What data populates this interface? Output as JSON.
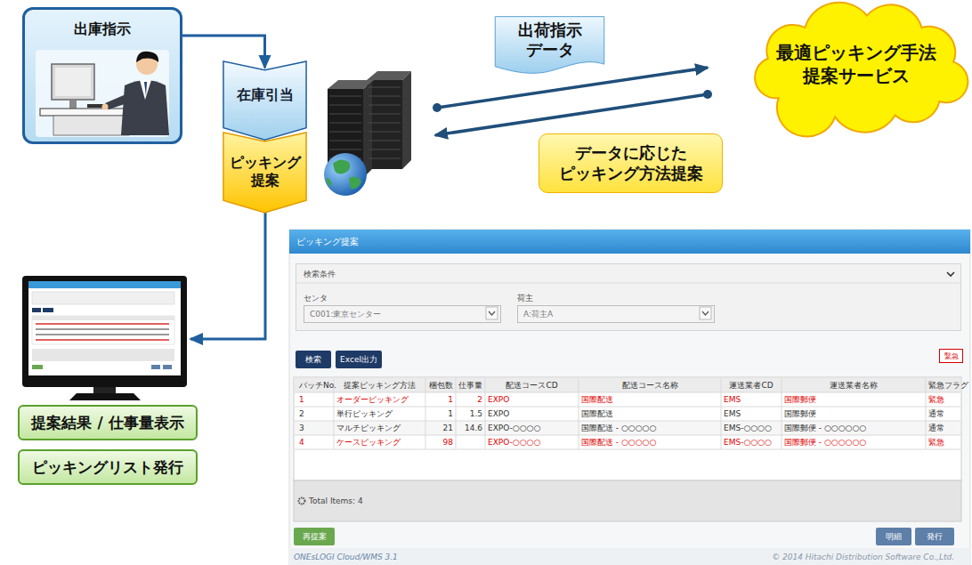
{
  "diagram": {
    "nodes": [
      {
        "text": [
          "出庫指示"
        ]
      },
      {
        "text": [
          "在庫引当"
        ]
      },
      {
        "text": [
          "ピッキング 提案"
        ]
      },
      {
        "text": [
          "出荷指示 データ"
        ]
      },
      {
        "text": [
          "データに応じた ピッキング方法提案"
        ]
      },
      {
        "text": [
          "最適ピッキング手法 提案サービス"
        ]
      },
      {
        "text": [
          "提案結果 / 仕事量表示"
        ]
      },
      {
        "text": [
          "ピッキングリスト発行"
        ]
      },
      {
        "text": [
          "ピッキング提案"
        ]
      },
      {
        "text": [
          "検索条件"
        ],
        "in": 8
      },
      {
        "text": [
          "C001:東京センター"
        ],
        "in": 9
      },
      {
        "text": [
          "A:荷主A"
        ],
        "in": 9
      },
      {
        "text": [
          "検索"
        ],
        "in": 8
      },
      {
        "text": [
          "Excel出力"
        ],
        "in": 8
      },
      {
        "text": [
          "緊急"
        ],
        "in": 8
      },
      {
        "text": [
          "再提案"
        ],
        "in": 8
      },
      {
        "text": [
          "明細"
        ],
        "in": 8
      },
      {
        "text": [
          "発行"
        ],
        "in": 8
      }
    ],
    "edges": [
      {
        "from": 0,
        "to": 1,
        "arrow": "to"
      }
    ],
    "labels": [
      "センタ",
      "荷主",
      "バッチNo.",
      "提案ピッキング方法",
      "梱包数",
      "仕事量",
      "配送コースCD",
      "配送コース名称",
      "運送業者CD",
      "運送業者名称",
      "緊急フラグ",
      "1",
      "オーダーピッキング",
      "1",
      "2",
      "EXPO",
      "国際配送",
      "EMS",
      "国際郵便",
      "緊急",
      "2",
      "単行ピッキング",
      "1",
      "1.5",
      "EXPO",
      "国際配送",
      "EMS",
      "国際郵便",
      "通常",
      "3",
      "マルチピッキング",
      "21",
      "14.6",
      "EXPO-○○○○",
      "国際配送 - ○○○○○",
      "EMS-○○○○",
      "国際郵便 - ○○○○○○",
      "通常",
      "4",
      "ケースピッキング",
      "98",
      "EXPO-○○○○",
      "国際配送 - ○○○○○",
      "EMS-○○○○",
      "国際郵便 - ○○○○○○",
      "緊急",
      "Total Items: 4",
      "ONEsLOGI Cloud/WMS 3.1",
      "© 2014 Hitachi Distribution Software Co.,Ltd."
    ]
  }
}
